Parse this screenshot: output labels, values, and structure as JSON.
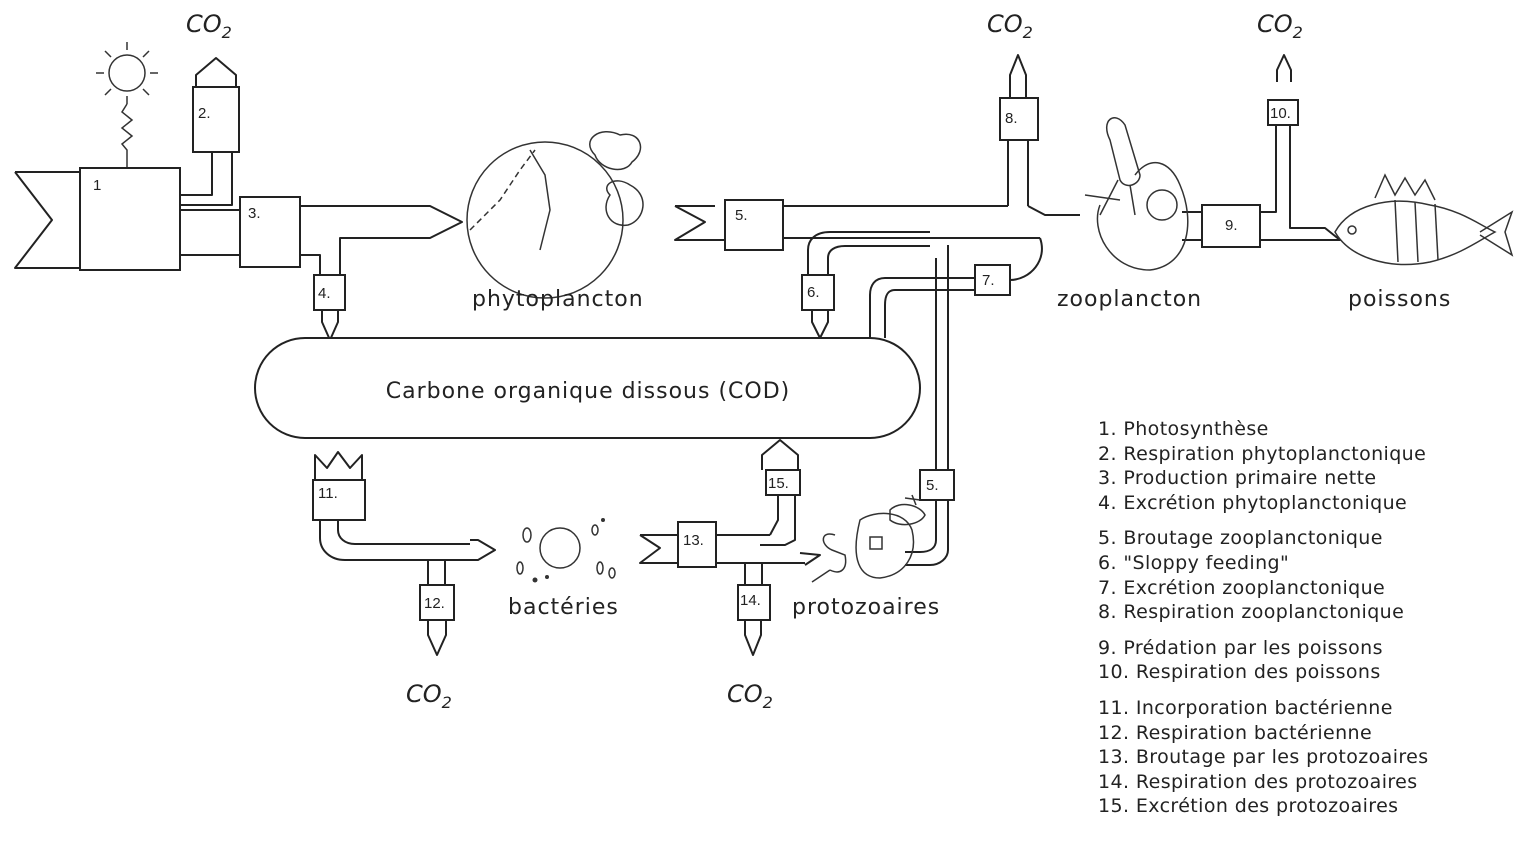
{
  "organisms": {
    "phytoplancton": "phytoplancton",
    "zooplancton": "zooplancton",
    "poissons": "poissons",
    "bacteries": "bactéries",
    "protozoaires": "protozoaires"
  },
  "pool": {
    "label": "Carbone organique dissous  (COD)"
  },
  "co2": {
    "base": "CO",
    "subscript": "2"
  },
  "process_numbers": {
    "p1": "1",
    "p2": "2.",
    "p3": "3.",
    "p4": "4.",
    "p5a": "5.",
    "p5b": "5.",
    "p6": "6.",
    "p7": "7.",
    "p8": "8.",
    "p9": "9.",
    "p10": "10.",
    "p11": "11.",
    "p12": "12.",
    "p13": "13.",
    "p14": "14.",
    "p15": "15."
  },
  "legend": [
    "1. Photosynthèse",
    "2. Respiration phytoplanctonique",
    "3. Production primaire nette",
    "4. Excrétion phytoplanctonique",
    "5. Broutage zooplanctonique",
    "6. \"Sloppy feeding\"",
    "7. Excrétion zooplanctonique",
    "8. Respiration zooplanctonique",
    "9. Prédation par les poissons",
    "10. Respiration des poissons",
    "11. Incorporation bactérienne",
    "12. Respiration bactérienne",
    "13. Broutage par les protozoaires",
    "14. Respiration des protozoaires",
    "15. Excrétion des protozoaires"
  ]
}
